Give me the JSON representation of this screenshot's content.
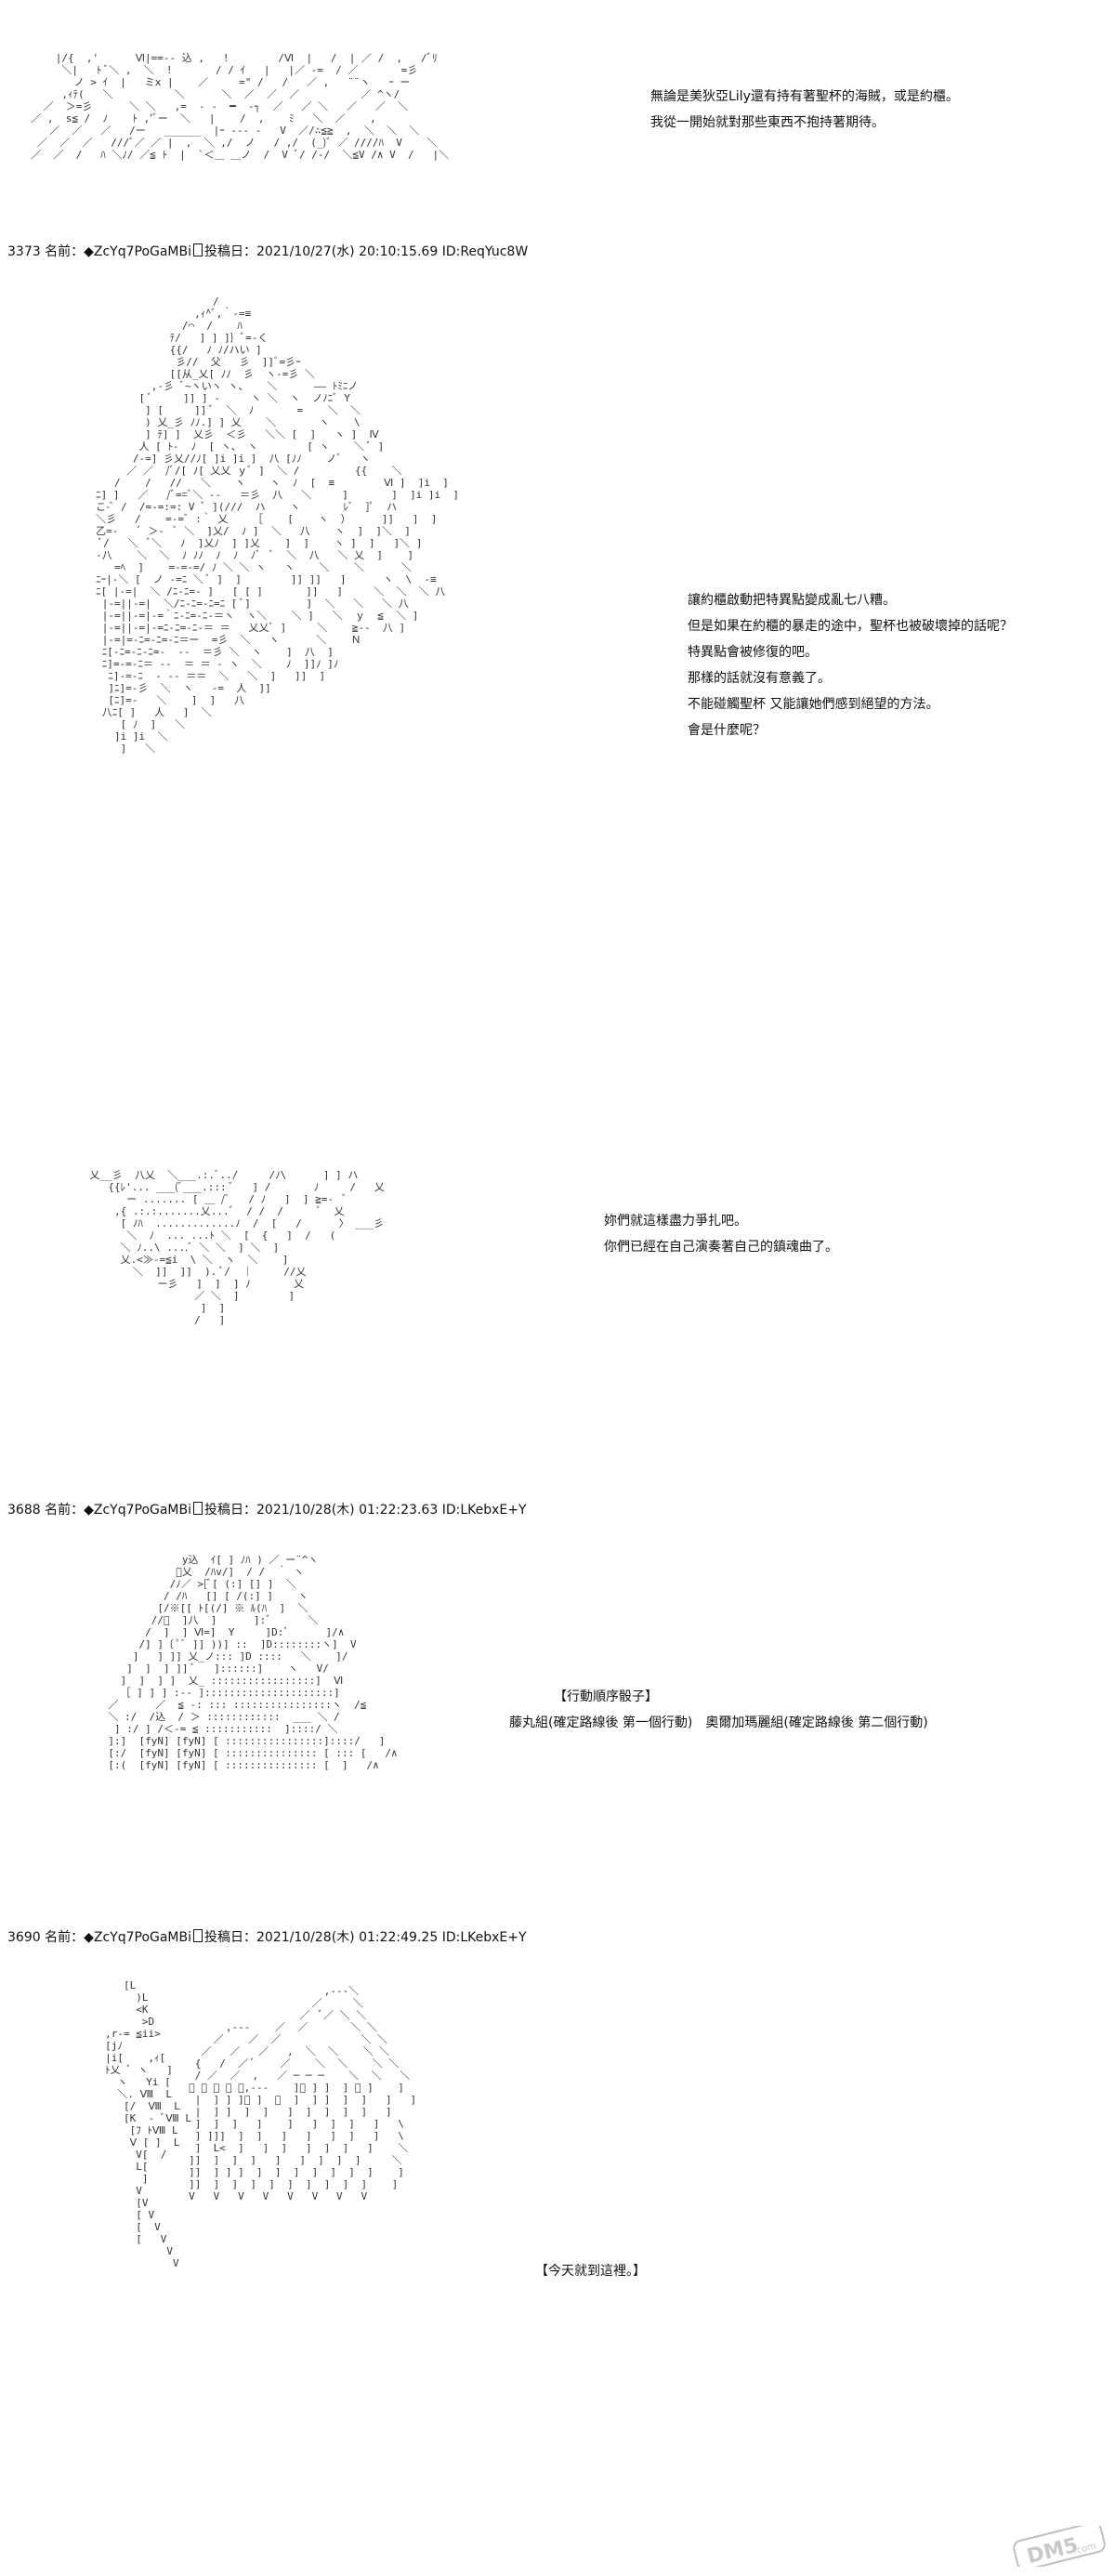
{
  "dialogue1": [
    "無論是美狄亞Lily還有持有著聖杯的海賊，或是約櫃。",
    "我從一開始就對那些東西不抱持著期待。"
  ],
  "post1": {
    "number": "3373",
    "label": "名前：",
    "trip": "◆ZcYq7PoGaMBi",
    "date_label": "投稿日：",
    "date": "2021/10/27(水) 20:10:15.69",
    "id": "ID:ReqYuc8W"
  },
  "dialogue2": [
    "讓約櫃啟動把特異點變成亂七八糟。",
    "但是如果在約櫃的暴走的途中，聖杯也被破壞掉的話呢？",
    "特異點會被修復的吧。",
    "那樣的話就沒有意義了。",
    "不能碰觸聖杯 又能讓她們感到絕望的方法。",
    "會是什麼呢？"
  ],
  "dialogue3": [
    "妳們就這樣盡力爭扎吧。",
    "你們已經在自己演奏著自己的鎮魂曲了。"
  ],
  "post2": {
    "number": "3688",
    "label": "名前：",
    "trip": "◆ZcYq7PoGaMBi",
    "date_label": "投稿日：",
    "date": "2021/10/28(木) 01:22:23.63",
    "id": "ID:LKebxE+Y"
  },
  "dice": {
    "title": "【行動順序骰子】",
    "line": "藤丸組(確定路線後 第一個行動)　奧爾加瑪麗組(確定路線後 第二個行動)"
  },
  "post3": {
    "number": "3690",
    "label": "名前：",
    "trip": "◆ZcYq7PoGaMBi",
    "date_label": "投稿日：",
    "date": "2021/10/28(木) 01:22:49.25",
    "id": "ID:LKebxE+Y"
  },
  "ending": "【今天就到這裡。】",
  "watermark": {
    "text": "DM5",
    "sub": ".com"
  },
  "art": {
    "a1": "      |/{  ,'      Ⅵ|==-- 込 ,   !        /Ⅵ  |   /  | ／ /  ,   /ﾞﾘ\n       ＼|   ﾄ ﾞ＼ ,  ＼  !       / / ｲ   |   |／ -=  / ／       =彡\n         ノ > ｲ  |   ミx |    ／     =\" /   /   ／ ,   ¨¨ヽ   ｰ ー\n       ,ｨﾃ(   ＼          ＼      ＼  ／  ／  ／          ／ ^ヽ/\n    ／  ＞=彡      ＼ ＼   ,=  ‐ -  ━  ‐┐  ／   ／ ＼   ／   ／  ＼\n  ／ ,  s≦ /  ﾉ    ﾄ ,'ﾞー  ＼   |    /  ,    ﾐ   ＼  ／    ,\n     ／  ／   ／   /ー   ______  |ｰ --- ‐   V  ／/∴≦≧  ,  ＼  ＼  ＼\n   ／  ／  ／   ///ﾞ／ ／ |  ,  ＼ ,/  ノ   / ,/  (_)ﾞ ／ ////ﾊ  V    ＼\n  ／  ／  /   ﾊ ＼ﾉ/ ／≦ ﾄ  |  `＜＿ ＿ノ  /  V ﾞ/ /‐/  ＼≦V /∧ V  /   |＼",
    "a2": "                        /\n                     ,ｨ^ﾞ,｀-=≡\n                   /⌒  /    ﾊ\n                 ﾃ/   ] ] ]｝ﾞ=-く\n                 {{/   ﾉ ﾉ/ハい ]\n                  彡//  父   彡  ]]ﾞ=彡ｰ\n                 [[从_乂[ ﾉﾉ  彡  ヽ-=彡 ＼\n              ,-彡 ﾞ~ヽいヽ ヽ、   ＼      ―― ﾄﾐﾆノ\n            [ ﾞ     ]] ] -     ヽ ＼  ヽ  ノﾉﾆﾞ Y\n             ] [     ]] ﾞ  ＼  ﾉ       =    ＼  ＼\n             ) 乂_彡 ﾉﾉ.] ] 乂    ＼       ヽ    \\\n             ] ﾃ] ]  乂彡  ＜彡   ＼＼ [  ]   ヽ ]  Ⅳ\n            人 [ ﾄ-  ﾉ  [ ヽ、 ヽ        [ ヽ    ＼ ﾞ ]\n           /-=] 彡乂//ﾉ[ ]i ]i ]  八 [ﾉﾉ    ノﾞ   ヽ\n          ／ ／  /ﾞ/[ ﾉ[ 乂乂 ｙﾞ ]  ＼ /         {{    ＼\n        /    /   //   ＼    ヽ    ヽ  ﾉ  [  ≡        Ⅵ ]  ]i  ]\n     ﾆ] ]   ／   /ﾞ==ﾞ＼ -‐   ＝彡  八   ＼     ]       ]  ]i ]i  ]\n     こ-ﾞ /  /=-=:=: V ﾞ ](///  ハ    ヽ       ﾚﾞ  ]ﾟ  ハ\n     ＼彡   /    =-=ﾞ :｀ 乂    ［    [    ヽ  ）     ]]   ]  ]\n     乙=-   ﾞ ＞-  ﾞ ＼  ]乂/  ﾉ ]  ＼   八    ヽ  ]  ]＼  ]\n      ﾞ/   ＼  ﾞ＼   ﾉ  ]乂ﾉ  ] ]乂    ]  ]    ヽ ]  ]   ]＼ ]\n     -八    ＼  ＼  ﾉ ﾉﾉ  ﾉ  ﾉ  ﾉﾞ  ﾞ  ＼  八   ＼ 乂  ]    ]\n        =ﾍ  ]    =-=-=/ ﾉ ＼ ＼ ヽ   ヽ    ＼    ＼      ＼\n     ﾆｰ|-＼ [  ノ -=ﾆ ＼ ﾞ ]  ]        ]] ]]   ]      ヽ  \\  -≡\n     ﾆ[ |-=|  ＼ /ﾆ-ﾆ=- ]   [ [ ]       ]]   ]     ＼  ＼  ＼ 八\n      |-=||-=|  ＼/ﾆ-ﾆ=-ﾆ=ﾆ [ ﾞ]         ]  ＼   ＼   ＼ 八\n      |-=||-=|-=｀ﾆ-ﾆ=-ﾆ-＝ヽ  ヽ＼    ＼ ]   ＼  ｙ  ≦  ＼ ]\n      |-=||-=|-=ﾆ-ﾆ=-ﾆ-＝ ＝   乂乂ﾞ ]     ＼    ≧--  八 ]\n      |-=|=-ﾆ=-ﾆ=-ﾆ＝ー  =彡  ＼   ヽ      ＼    Ｎ\n      ﾆ[-ﾆ=-ﾆ-ﾆ=-  ‐‐  ＝彡 ＼  ヽ    ]  八  ]\n      ﾆ]=-=-ﾆ＝ ‐-  ＝ ＝ ‐ ヽ  ＼    ﾉ  ]]ﾉ ]ﾉ\n       ﾆ]-=-ﾆ  ‐ ‐‐ ＝＝  ＼   ＼  ]   ]]  ]\n       ]ﾆ]=-彡  ＼  ヽ   -=  人  ]]\n       [ﾆ]=-   ＼    ]  ]   八\n      八ﾆ[ ]   人   ]  ＼\n         [ ﾉ  ]   ＼\n        ]i ]i  ＼\n         ]   ＼",
    "a3": "    乂__彡  八乂  ＼___.:.ﾞ../     /ﾉ\\      ] ] ハ\n       {{ﾚ'... ___(ﾞ___.::: ﾞ   ] /       ﾉ     /   乂\n          ー ....... [ ＿ /ﾞ   / ﾉ   ]  ] ≧=-  ﾞ\n        ,{ .:.:.......乂...ﾞ  / /  /      ﾞ  乂\n         [ ﾉﾊ  .............ﾉ  /  [   /      〉 ___彡\n          ＼  ﾉ  ... ...ﾄ ＼  [  {   ]  /   (\n         ＼ ﾉ..\\ ....ﾞ ＼ ＼  ] ＼  ]\n         乂.<≫-=≦i  \\ ＼  ヽ  ＼    ]\n           ＼  ]]  ]]  ). ﾞ/  ｜     //乂\n               ー彡   ]  ]  ] ﾉ       乂\n                     ／ ＼  ]        ]\n                      ]  ]\n                     /   ]",
    "a4": "                   y込  ｲ[ ] ﾉﾊ ) ／ ー¨^ヽ\n                  ﾞ乂  /ﾊv/]  / /  ｀ ヽ\n                 /ﾉ／ >[ﾞ[ (:] [] ]  ＼\n                / /ﾊ   [] [ /(:] ]    ヽ\n               [/※[[ ﾄ[(/] ※ ﾙ(ﾊ  ]  ＼\n              //ﾞ  ]八  ]      ]:ﾞ      ＼\n             /  ]  ] Ⅵ=]  Y     ]D:ﾞ      ]/∧\n            /] ]〔 ﾟﾞ ]] ))] ::  ]D::::::::ヽ]  V\n           ]   ] ]] 乂_ノ::: ]D ::::   ＼    ]/\n          ]  ]  ] ]] ﾞ   ]::::::]    ヽ   V/\n         ]  ]  ] ]  乂_ :::::::::::::::::]  Ⅵ\n         ［ ] ] ] :-- ]:::::::::::::::::::::]\n       ／      ／  ≦ -: ::: ::::::::::::::::ヽ  /≦\n       ＼ :/  /込  / ＞ ::::::::::::  ___ ＼ /\n        ] :/ ] /＜-= ≦ :::::::::::  ]::::/ ＼\n       ]:]  [fyN] [fyN] [ ::::::::::::::::]::::/   ]\n       [:/  [fyN] [fyN] [ ::::::::::::::: [ ::: [   /∧\n       [:(  [fyN] [fyN] [ ::::::::::::::: [  ]   /∧",
    "a5": "        [L\n          )L\n          <K\n           >D\n     ,r‐= ≦ii>\n     [jﾉ\n     |i[    ,ｨ[\n     ﾄ乂 ﾞ ヽ   ]\n       ヽ   Yi [\n       ＼. Ⅷ  L\n        [/  Ⅷ  L\n        [K  ‐ ﾞⅧ L\n         [ﾌ ﾄⅧ L\n         Ⅴ [ ]  L\n          V[  /\n          L[\n           ]\n          V\n          [V\n          [ V\n          [  V\n          [   V\n               V\n                V",
    "a6": "                           ,-‐‐＼\n                         ／     ＼\n                       ／  ﾞ／ ＼ ＼\n           ,-‐‐    ／  ／       ＼ ＼\n         ／    ／  ／             ＼ ＼\n       ／   ／   ／   ,  ＼  ＼    ＼ ＼\n      {   /  ／ ﾞ    ／    ＼  ＼    ＼ ＼\n      / ／  ／  ,   ／ ─ ─ ─    ＼  ＼   ＼\n     ﾞ ／ ／ ／ ／,--‐    ]ﾞ ] ]  ] ＼ ]    ]\n      |  ] ] ]ﾞ ]  ﾞ  ]  ] ]  ]  ]   ]   ]\n      |  ] ]  ]  ]   ]  ]  ]  ]  ]   ]\n      ]  ]  ]   ]    ]   ]  ]  ]   ]   \\\n      ] ]]]  ]  ]   ]   ]   ]  ]   ]   \\\n      ]  L<  ]   ]  ]   ]  ]  ]   ]    ＼\n     ]]  ]  ]  ]   ]   ]  ]  ]  ]     ＼\n     ]]  ] ] ]  ]  ]  ]  ]  ]  ]  ]    ]\n     ]]  ]  ]  ]  ]  ]  ]  ]  ]  ]    ]\n     V   V   V   V   V   V   V   V"
  }
}
